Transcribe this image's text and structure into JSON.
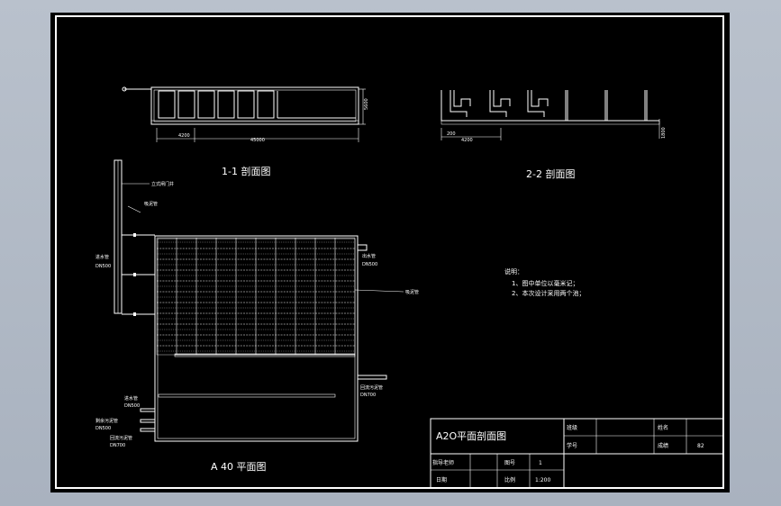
{
  "sections": {
    "section_1_1": {
      "title": "1-1 剖面图",
      "dim_small": "4200",
      "dim_total": "45000",
      "dim_height": "5600"
    },
    "section_2_2": {
      "title": "2-2 剖面图",
      "dim_left": "200",
      "dim_bottom": "4200",
      "dim_right": "1800"
    }
  },
  "plan": {
    "title": "A 40 平面图",
    "labels": {
      "vertical_pipe": "立式闸门井",
      "sludge_pipe_top": "吸泥管",
      "inlet_pipe": "进水管",
      "inlet_dn": "DN500",
      "outlet_pipe": "出水管",
      "outlet_dn": "DN500",
      "sludge_pipe_right": "吸泥管",
      "return_pipe_right": "回流污泥管",
      "return_dn_right": "DN700",
      "bottom_inlet": "进水管",
      "bottom_inlet_dn": "DN500",
      "bottom_waste": "剩余污泥管",
      "bottom_waste_dn": "DN500",
      "bottom_return": "回流污泥管",
      "bottom_return_dn": "DN700"
    }
  },
  "notes": {
    "heading": "说明：",
    "line1": "1、图中单位以毫米记；",
    "line2": "2、本次设计采用两个池；"
  },
  "title_block": {
    "drawing_title": "A2O平面剖面图",
    "class_label": "班级",
    "name_label": "姓名",
    "student_no_label": "学号",
    "score_label": "成绩",
    "score_value": "82",
    "advisor_label": "指导老师",
    "drawing_no_label": "图号",
    "drawing_no_value": "1",
    "date_label": "日期",
    "scale_label": "比例",
    "scale_value": "1:200"
  }
}
